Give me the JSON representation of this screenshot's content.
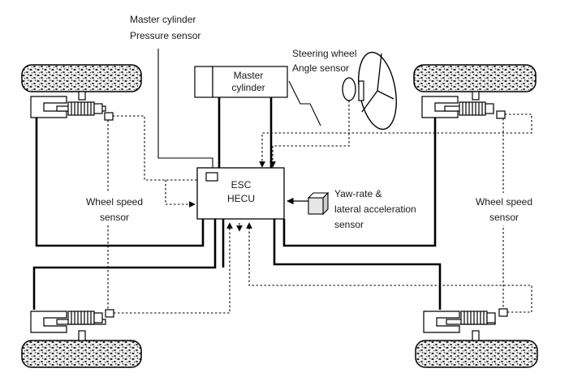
{
  "labels": {
    "master_cylinder_pressure_sensor": [
      "Master cylinder",
      "Pressure sensor"
    ],
    "master_cylinder": [
      "Master",
      "cylinder"
    ],
    "steering_wheel_angle_sensor": [
      "Steering wheel",
      "Angle sensor"
    ],
    "esc_hecu": [
      "ESC",
      "HECU"
    ],
    "yaw_rate_sensor": [
      "Yaw-rate &",
      "lateral acceleration",
      "sensor"
    ],
    "wheel_speed_sensor_left": [
      "Wheel speed",
      "sensor"
    ],
    "wheel_speed_sensor_right": [
      "Wheel speed",
      "sensor"
    ]
  },
  "colors": {
    "line": "#000000",
    "tire_fill": "#f2f2f2",
    "tire_speckle": "#2a2a2a",
    "box_fill": "#ffffff",
    "yaw_sensor_fill": "#e6e6e6"
  }
}
